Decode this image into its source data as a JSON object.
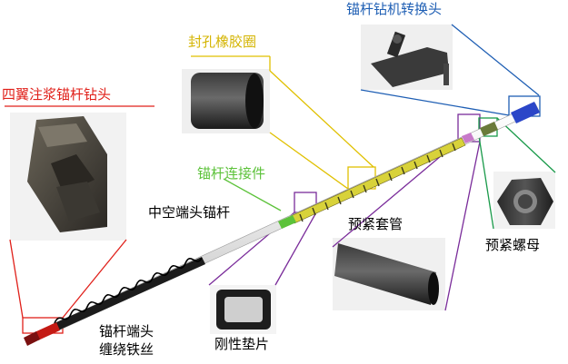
{
  "labels": {
    "drill_adapter": "锚杆钻机转换头",
    "seal_ring": "封孔橡胶圈",
    "drill_bit": "四翼注浆锚杆钻头",
    "connector": "锚杆连接件",
    "hollow_rod": "中空端头锚杆",
    "pre_sleeve": "预紧套管",
    "pre_nut": "预紧螺母",
    "wire_line1": "锚杆端头",
    "wire_line2": "缠绕铁丝",
    "washer": "刚性垫片"
  },
  "colors": {
    "drill_adapter": "#1f5fb4",
    "seal_ring": "#e0c000",
    "drill_bit": "#e0201a",
    "connector": "#5cc23a",
    "hollow_rod": "#000000",
    "pre_sleeve": "#222222",
    "pre_nut": "#1a9a4a",
    "wire": "#000000",
    "washer": "#7a2c9a",
    "rod_yellow": "#d8d23a",
    "rod_spiral": "#3a3a1a"
  },
  "photos": {
    "bit_photo": "drill-bit-photo",
    "adapter_photo": "adapter-photo",
    "seal_photo": "rubber-ring-photo",
    "sleeve_photo": "sleeve-photo",
    "nut_photo": "nut-photo",
    "washer_photo": "washer-photo"
  }
}
